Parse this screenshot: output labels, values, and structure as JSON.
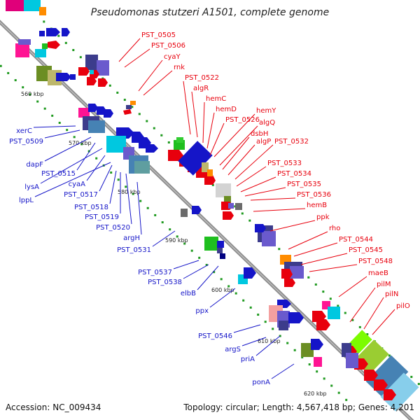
{
  "title": "Pseudomonas stutzeri A1501, complete genome",
  "footer": {
    "accession": "Accession: NC_009434",
    "summary": "Topology: circular; Length: 4,567,418 bp; Genes: 4,201"
  },
  "kbp_labels": [
    "560 kbp",
    "570 kbp",
    "580 kbp",
    "590 kbp",
    "600 kbp",
    "610 kbp",
    "620 kbp"
  ],
  "upper_gene_labels": [
    "PST_0505",
    "PST_0506",
    "cyaY",
    "rnk",
    "PST_0522",
    "algR",
    "hemC",
    "hemD",
    "PST_0526",
    "hemY",
    "algQ",
    "dsbH",
    "algP",
    "PST_0532",
    "PST_0533",
    "PST_0534",
    "PST_0535",
    "PST_0536",
    "hemB",
    "ppk",
    "rho",
    "PST_0544",
    "PST_0545",
    "PST_0548",
    "maeB",
    "pilM",
    "pilN",
    "pilO"
  ],
  "lower_gene_labels": [
    "xerC",
    "PST_0509",
    "dapF",
    "PST_0515",
    "lysA",
    "cyaA",
    "lppL",
    "PST_0517",
    "PST_0518",
    "PST_0519",
    "PST_0520",
    "argH",
    "PST_0531",
    "PST_0537",
    "PST_0538",
    "elbB",
    "ppx",
    "PST_0546",
    "argS",
    "priA",
    "ponA"
  ],
  "colors": {
    "backbone": "#8c8c8c",
    "upper_label": "#e8000d",
    "lower_label": "#1515c8",
    "tick": "#1f9a1f"
  }
}
